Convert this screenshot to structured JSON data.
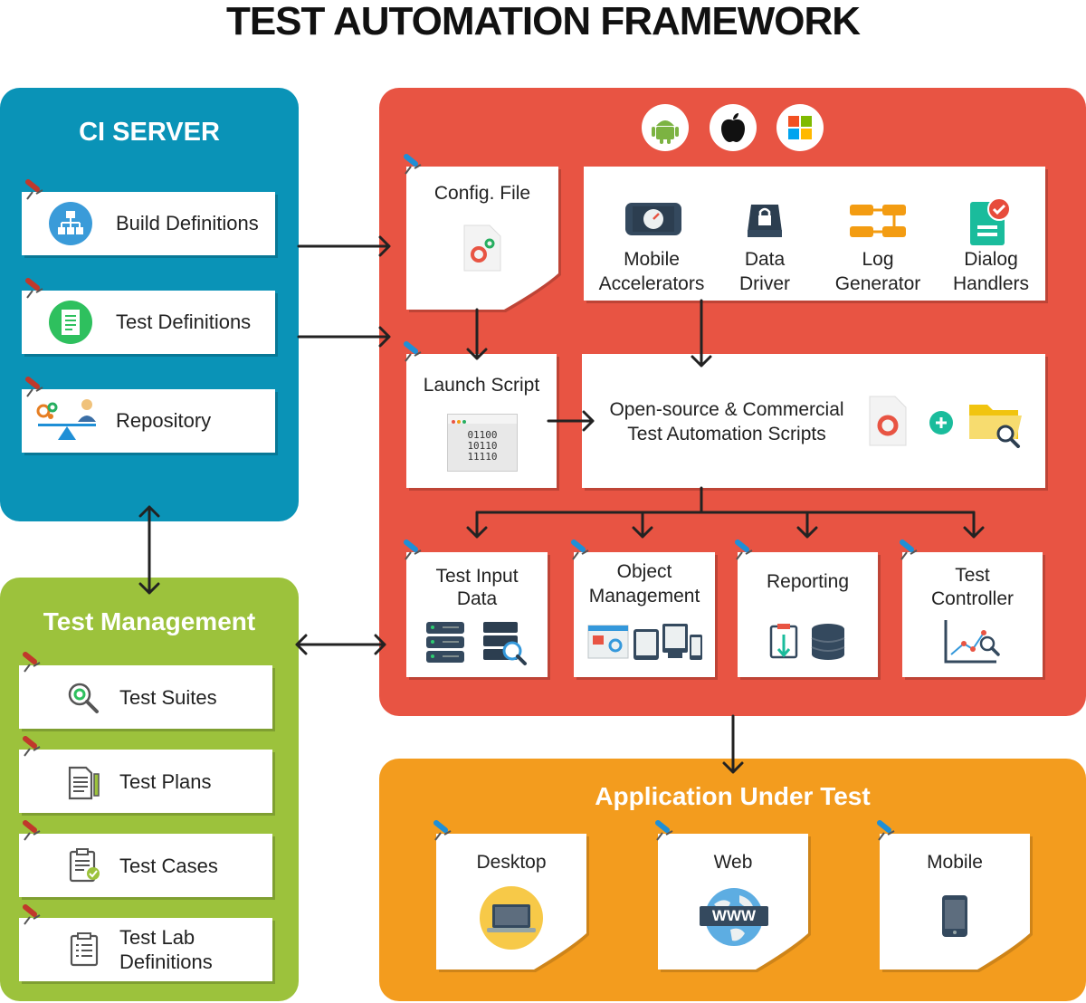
{
  "title": "TEST AUTOMATION FRAMEWORK",
  "colors": {
    "ci_blue": "#0A93B7",
    "framework_red": "#E85443",
    "management_green": "#9CC23C",
    "aut_orange": "#F39C1E",
    "arrow": "#222222"
  },
  "ci_server": {
    "title": "CI SERVER",
    "items": [
      {
        "label": "Build Definitions",
        "icon": "sitemap-icon"
      },
      {
        "label": "Test Definitions",
        "icon": "document-list-icon"
      },
      {
        "label": "Repository",
        "icon": "balance-people-icon"
      }
    ]
  },
  "test_management": {
    "title": "Test Management",
    "items": [
      {
        "label": "Test Suites",
        "icon": "search-gear-icon"
      },
      {
        "label": "Test Plans",
        "icon": "document-pencil-icon"
      },
      {
        "label": "Test Cases",
        "icon": "clipboard-check-icon"
      },
      {
        "label": "Test Lab",
        "label2": "Definitions",
        "icon": "clipboard-list-icon"
      }
    ]
  },
  "framework": {
    "platform_icons": [
      "android-icon",
      "apple-icon",
      "windows-icon"
    ],
    "config_file": "Config. File",
    "launch_script": {
      "label": "Launch Script",
      "binary": [
        "01100",
        "10110",
        "11110"
      ]
    },
    "tools": [
      {
        "line1": "Mobile",
        "line2": "Accelerators",
        "icon": "mobile-gauge-icon"
      },
      {
        "line1": "Data",
        "line2": "Driver",
        "icon": "lock-drive-icon"
      },
      {
        "line1": "Log",
        "line2": "Generator",
        "icon": "log-blocks-icon"
      },
      {
        "line1": "Dialog",
        "line2": "Handlers",
        "icon": "dialog-check-icon"
      }
    ],
    "scripts": {
      "line1": "Open-source & Commercial",
      "line2": "Test Automation Scripts"
    },
    "modules": [
      {
        "line1": "Test Input",
        "line2": "Data"
      },
      {
        "line1": "Object",
        "line2": "Management"
      },
      {
        "line1": "Reporting",
        "line2": ""
      },
      {
        "line1": "Test",
        "line2": "Controller"
      }
    ]
  },
  "aut": {
    "title": "Application Under Test",
    "items": [
      {
        "label": "Desktop",
        "icon": "laptop-icon"
      },
      {
        "label": "Web",
        "icon": "www-globe-icon"
      },
      {
        "label": "Mobile",
        "icon": "smartphone-icon"
      }
    ],
    "www_text": "WWW"
  }
}
